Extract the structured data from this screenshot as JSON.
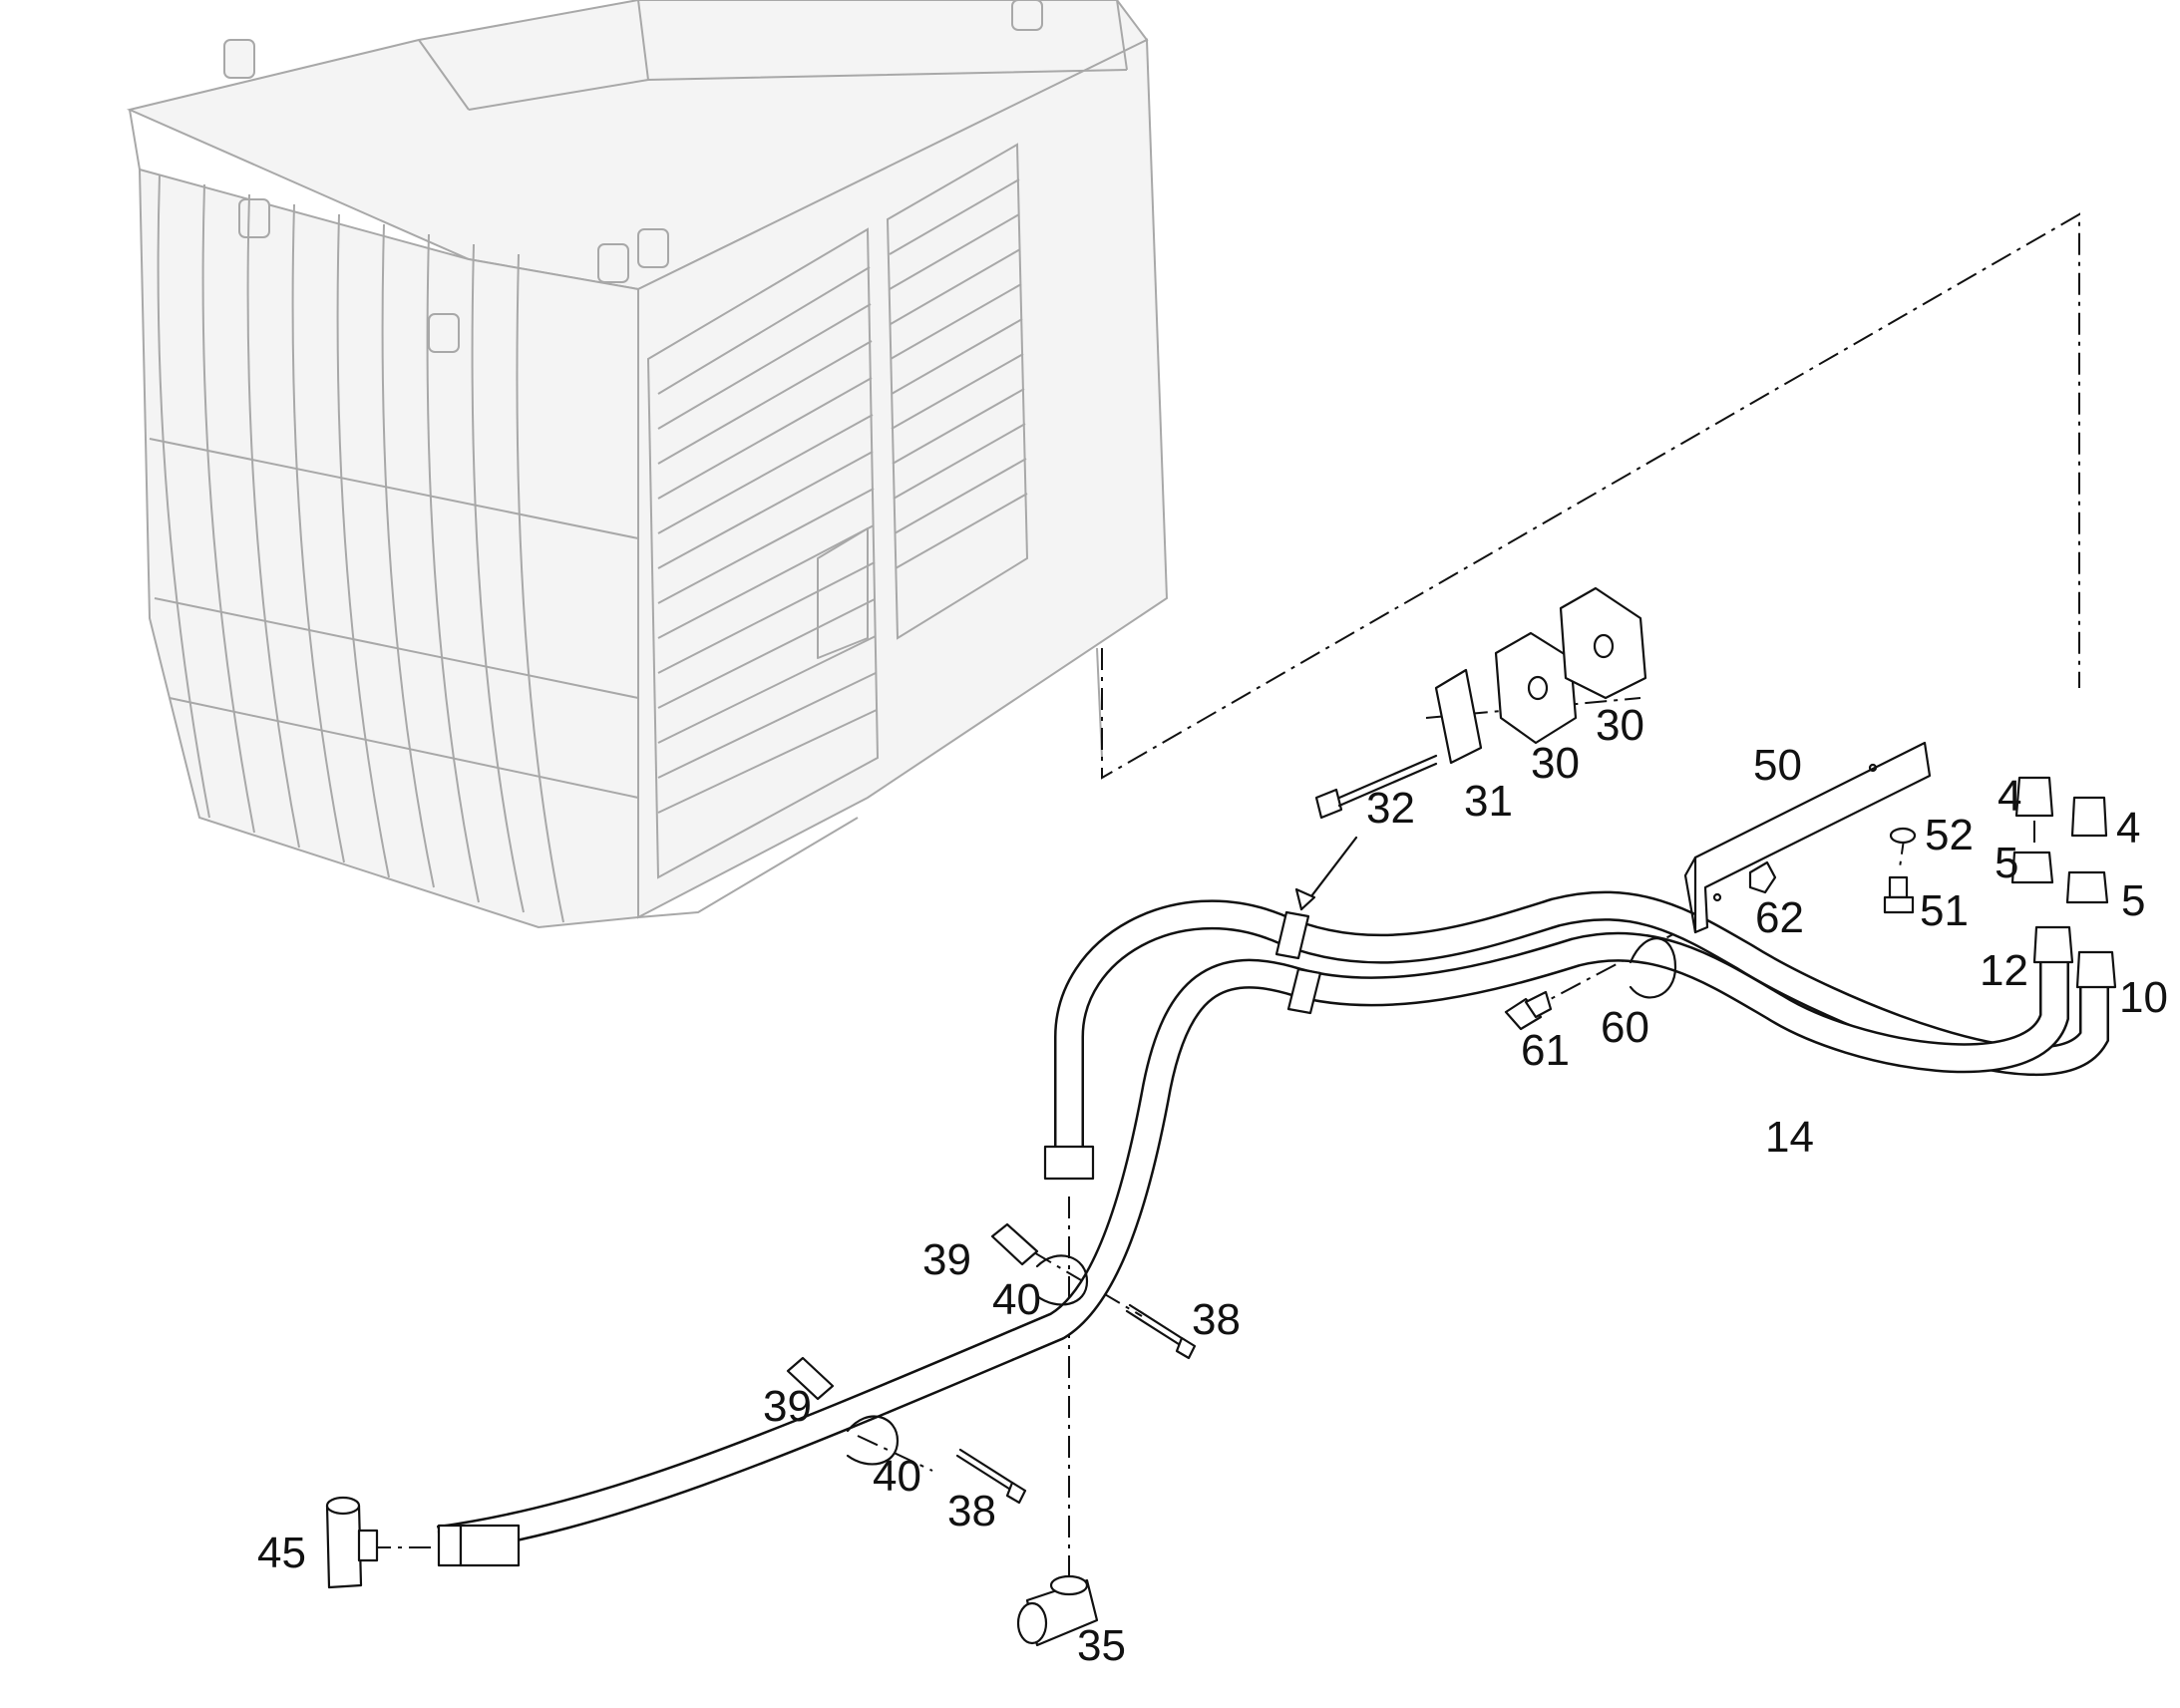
{
  "diagram": {
    "callouts": [
      {
        "id": "c30a",
        "text": "30"
      },
      {
        "id": "c30b",
        "text": "30"
      },
      {
        "id": "c31",
        "text": "31"
      },
      {
        "id": "c32",
        "text": "32"
      },
      {
        "id": "c50",
        "text": "50"
      },
      {
        "id": "c52",
        "text": "52"
      },
      {
        "id": "c51",
        "text": "51"
      },
      {
        "id": "c62",
        "text": "62"
      },
      {
        "id": "c4a",
        "text": "4"
      },
      {
        "id": "c4b",
        "text": "4"
      },
      {
        "id": "c5a",
        "text": "5"
      },
      {
        "id": "c5b",
        "text": "5"
      },
      {
        "id": "c12",
        "text": "12"
      },
      {
        "id": "c10",
        "text": "10"
      },
      {
        "id": "c14",
        "text": "14"
      },
      {
        "id": "c60",
        "text": "60"
      },
      {
        "id": "c61",
        "text": "61"
      },
      {
        "id": "c39a",
        "text": "39"
      },
      {
        "id": "c40a",
        "text": "40"
      },
      {
        "id": "c38a",
        "text": "38"
      },
      {
        "id": "c39b",
        "text": "39"
      },
      {
        "id": "c40b",
        "text": "40"
      },
      {
        "id": "c38b",
        "text": "38"
      },
      {
        "id": "c45",
        "text": "45"
      },
      {
        "id": "c35",
        "text": "35"
      }
    ]
  }
}
